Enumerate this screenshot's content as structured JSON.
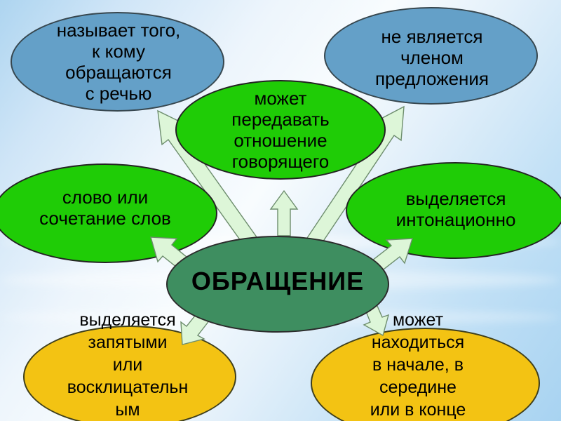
{
  "slide": {
    "topic": "Russian grammar mind-map about the vocative / address word",
    "center": {
      "label": "ОБРАЩЕНИЕ",
      "color": "#3E8E60"
    },
    "nodes": [
      {
        "position": "top-left",
        "shape": "ellipse",
        "color": "#64A0C8",
        "label": "называет того,\nк кому\nобращаются\nс речью"
      },
      {
        "position": "top-center",
        "shape": "ellipse",
        "color": "#1FCC06",
        "label": "может\nпередавать\nотношение\nговорящего"
      },
      {
        "position": "top-right",
        "shape": "ellipse",
        "color": "#64A0C8",
        "label": "не является\nчленом\nпредложения"
      },
      {
        "position": "middle-left",
        "shape": "ellipse",
        "color": "#1FCC06",
        "label": "слово или\nсочетание слов"
      },
      {
        "position": "middle-right",
        "shape": "ellipse",
        "color": "#1FCC06",
        "label": "выделяется\nинтонационно"
      },
      {
        "position": "bottom-left",
        "shape": "ellipse",
        "color": "#F3C313",
        "label": "выделяется\nзапятыми\nили\nвосклицательн\nым"
      },
      {
        "position": "bottom-right",
        "shape": "ellipse",
        "color": "#F3C313",
        "label": "может\nнаходиться\nв начале, в\nсередине\nили в конце"
      }
    ],
    "arrows": [
      {
        "name": "arrow-upper-left-icon",
        "direction": "center to top-left"
      },
      {
        "name": "arrow-up-icon",
        "direction": "center to top-center"
      },
      {
        "name": "arrow-upper-right-icon",
        "direction": "center to top-right"
      },
      {
        "name": "arrow-left-icon",
        "direction": "center to middle-left"
      },
      {
        "name": "arrow-right-icon",
        "direction": "center to middle-right"
      },
      {
        "name": "arrow-lower-left-icon",
        "direction": "center to bottom-left"
      },
      {
        "name": "arrow-lower-right-icon",
        "direction": "center to bottom-right"
      }
    ],
    "colors": {
      "background_top_left": "#AED5F0",
      "background_center": "#F8FCFE",
      "background_bottom": "#A8D3F1",
      "arrow_fill": "#DDF6D8",
      "text": "#000000"
    }
  }
}
